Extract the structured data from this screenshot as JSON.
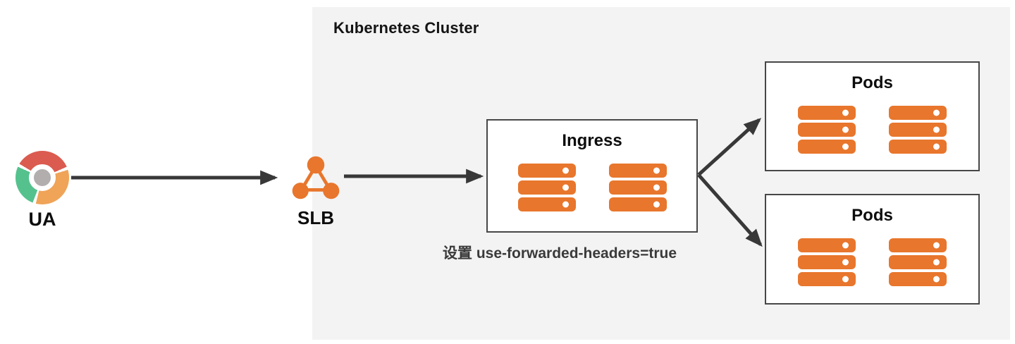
{
  "diagram": {
    "ua": {
      "label": "UA",
      "icon": "chrome-browser-icon"
    },
    "slb": {
      "label": "SLB",
      "icon": "load-balancer-triangle-icon"
    },
    "cluster": {
      "title": "Kubernetes Cluster"
    },
    "ingress": {
      "title": "Ingress",
      "caption": "设置 use-forwarded-headers=true",
      "server_stacks": 2
    },
    "pods": [
      {
        "title": "Pods",
        "server_stacks": 2
      },
      {
        "title": "Pods",
        "server_stacks": 2
      }
    ],
    "edges": [
      "UA -> SLB",
      "SLB -> Ingress",
      "Ingress -> Pods (top)",
      "Ingress -> Pods (bottom)"
    ]
  },
  "colors": {
    "server_orange": "#E8762C",
    "cluster_background": "#F3F3F3",
    "arrow_dark": "#383838",
    "box_border": "#474747",
    "chrome_red": "#DB5B50",
    "chrome_green": "#55C28E",
    "chrome_orange": "#EFA458",
    "chrome_hub_gray": "#B2AEAE"
  }
}
